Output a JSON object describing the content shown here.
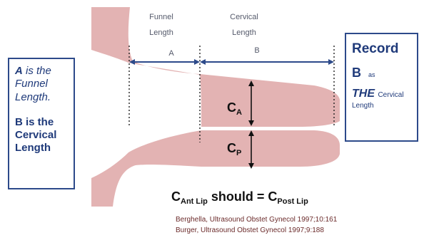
{
  "labels": {
    "funnel_length_line1": "Funnel",
    "funnel_length_line2": "Length",
    "cervical_length_line1": "Cervical",
    "cervical_length_line2": "Length",
    "segment_a": "A",
    "segment_b": "B",
    "ca_main": "C",
    "ca_sub": "A",
    "cp_main": "C",
    "cp_sub": "P"
  },
  "left_box": {
    "line1_letter": "A",
    "line1_rest": " is the",
    "line2": "Funnel",
    "line3": "Length.",
    "line4": "B is the",
    "line5": "Cervical",
    "line6": "Length"
  },
  "right_box": {
    "title": "Record",
    "b": "B",
    "as": "as",
    "the": "THE",
    "cervical": "Cervical",
    "length": "Length"
  },
  "equation": {
    "c1": "C",
    "sub1": "Ant Lip",
    "mid": " should = ",
    "c2": "C",
    "sub2": "Post Lip"
  },
  "references": [
    "Berghella, Ultrasound Obstet Gynecol 1997;10:161",
    "Burger, Ultrasound Obstet Gynecol 1997;9:188"
  ],
  "colors": {
    "cervix_fill": "#e3b3b3",
    "arrow_blue": "#2d4a8a",
    "box_border": "#2d4a8a",
    "text_blue": "#1f3a7a"
  }
}
